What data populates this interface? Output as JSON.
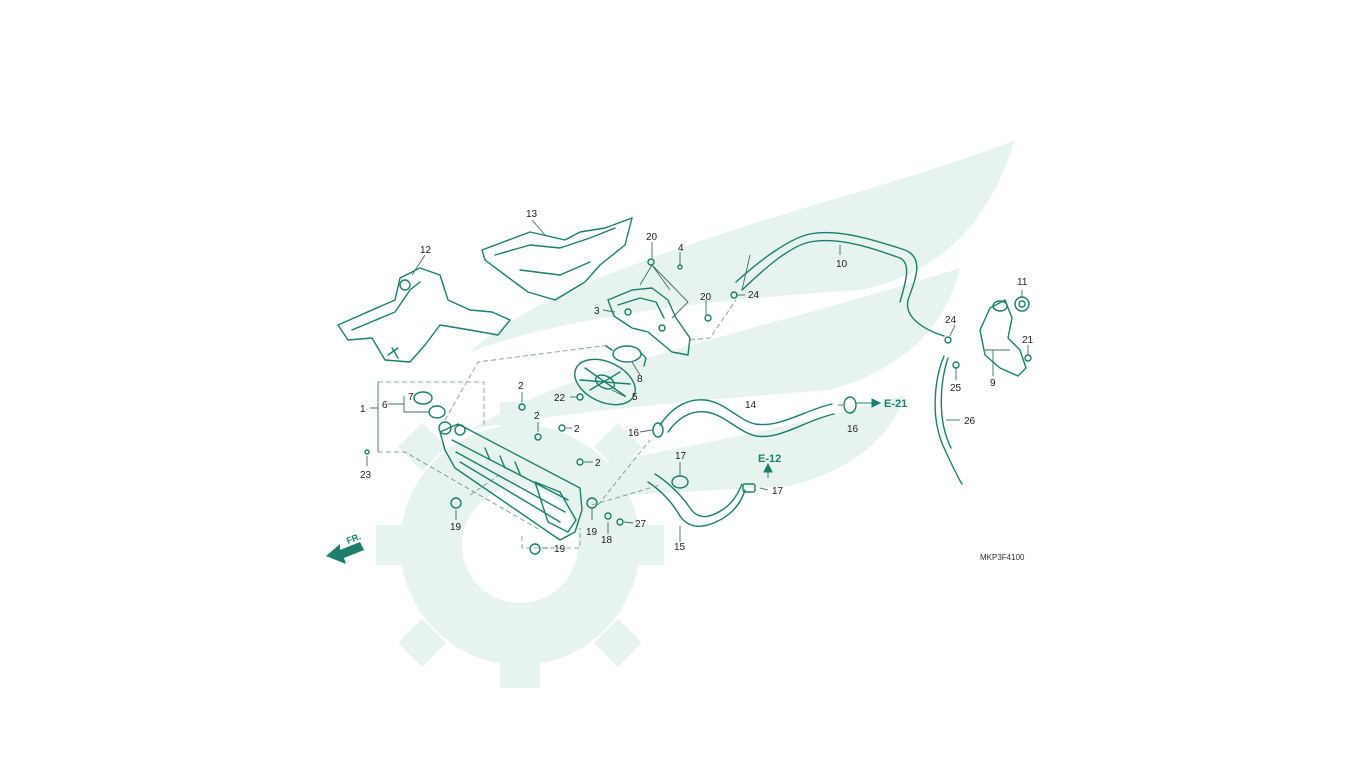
{
  "diagram": {
    "code": "MKP3F4100",
    "front_marker": "FR.",
    "colors": {
      "line": "#1b7f6b",
      "watermark": "#e7f3ee",
      "label": "#222222",
      "callout": "#1b7f6b"
    },
    "callouts": {
      "e21": "E-21",
      "e12": "E-12"
    },
    "parts": {
      "p1": "1",
      "p2a": "2",
      "p2b": "2",
      "p2c": "2",
      "p2d": "2",
      "p3": "3",
      "p4": "4",
      "p5": "5",
      "p6": "6",
      "p7": "7",
      "p8": "8",
      "p9": "9",
      "p10": "10",
      "p11": "11",
      "p12": "12",
      "p13": "13",
      "p14": "14",
      "p15": "15",
      "p16a": "16",
      "p16b": "16",
      "p17a": "17",
      "p17b": "17",
      "p18": "18",
      "p19a": "19",
      "p19b": "19",
      "p19c": "19",
      "p20a": "20",
      "p20b": "20",
      "p21": "21",
      "p22": "22",
      "p23": "23",
      "p24a": "24",
      "p24b": "24",
      "p25": "25",
      "p26": "26",
      "p27": "27"
    }
  }
}
